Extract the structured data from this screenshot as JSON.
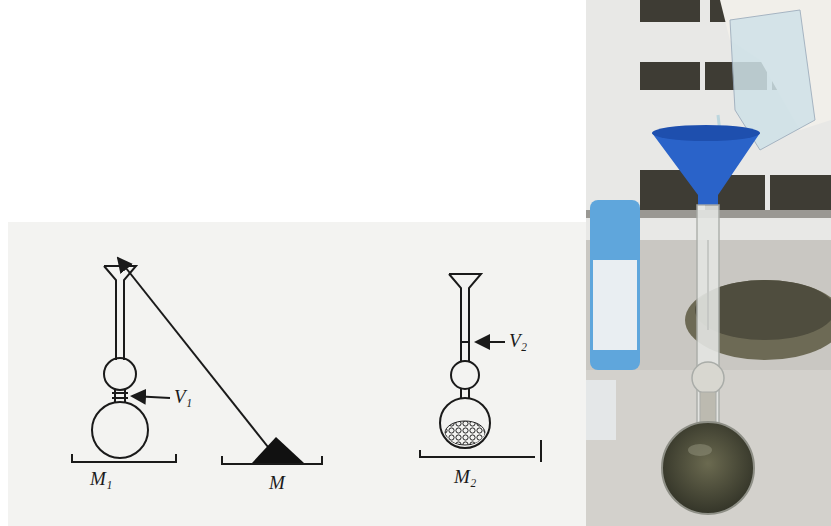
{
  "diagram": {
    "labels": [
      "V₁",
      "M₁",
      "M",
      "V₂",
      "M₂"
    ]
  }
}
